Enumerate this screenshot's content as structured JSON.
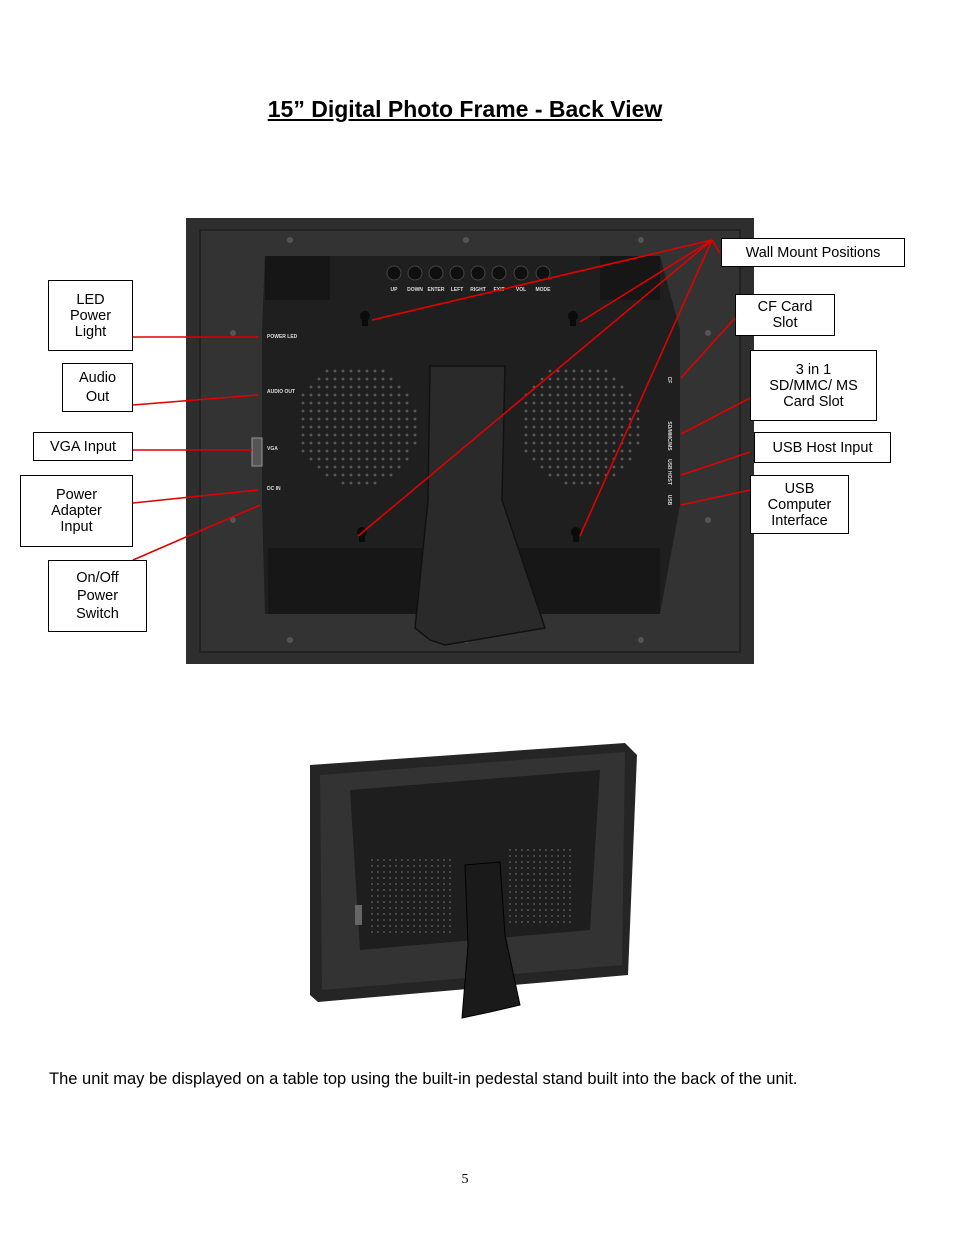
{
  "title": "15” Digital Photo Frame - Back View",
  "callouts": {
    "led": [
      "LED",
      "Power",
      "Light"
    ],
    "audio": [
      "Audio",
      "Out"
    ],
    "vga": [
      "VGA Input"
    ],
    "power_adapter": [
      "Power",
      "Adapter",
      "Input"
    ],
    "onoff": [
      "On/Off",
      "Power",
      "Switch"
    ],
    "wall_mount": [
      "Wall Mount Positions"
    ],
    "cf": [
      "CF Card",
      "Slot"
    ],
    "sd": [
      "3 in 1",
      "SD/MMC/ MS",
      "Card Slot"
    ],
    "usb_host": [
      "USB Host Input"
    ],
    "usb_computer": [
      "USB",
      "Computer",
      "Interface"
    ]
  },
  "device_labels": {
    "buttons": [
      "UP",
      "DOWN",
      "ENTER",
      "LEFT",
      "RIGHT",
      "EXIT",
      "VOL",
      "MODE"
    ],
    "ports_left": [
      "POWER LED",
      "AUDIO OUT",
      "VGA",
      "DC IN"
    ],
    "ports_right": [
      "CF",
      "SD/MMC/MS",
      "USB HOST",
      "USB"
    ]
  },
  "caption": "The unit may be displayed on a table top using the built-in pedestal stand built into the back of the unit.",
  "page_number": "5",
  "colors": {
    "leader_line": "#e00000",
    "device_body": "#2a2a2a",
    "device_panel": "#1c1c1c"
  }
}
